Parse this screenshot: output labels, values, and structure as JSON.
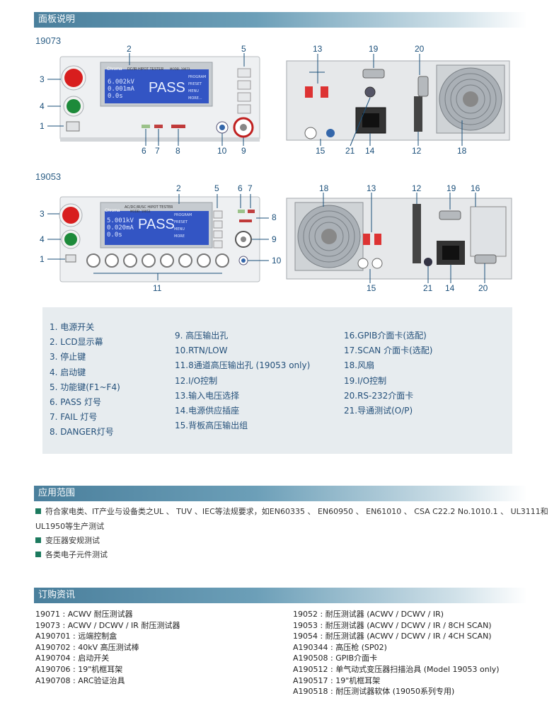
{
  "sections": {
    "panel": "面板说明",
    "applications": "应用范围",
    "ordering": "订购资讯"
  },
  "models": {
    "top": "19073",
    "bottom": "19053"
  },
  "device_19073": {
    "brand": "Chroma",
    "screen_title": "DC/IR HIPOT TESTER",
    "screen_model": "MODEL 19073",
    "screen_readings": [
      "6.002kV",
      "0.001mA",
      "0.0s"
    ],
    "pass_text": "PASS",
    "screen_softkeys": [
      "PROGRAM",
      "PRESET",
      "MENU",
      "MORE..."
    ],
    "callouts": [
      "2",
      "5",
      "3",
      "4",
      "1",
      "6",
      "7",
      "8",
      "10",
      "9"
    ],
    "rear_callouts": [
      "13",
      "19",
      "20",
      "15",
      "21",
      "14",
      "12",
      "18"
    ]
  },
  "device_19053": {
    "brand": "Chroma",
    "screen_title": "AC/DC/IR/SC HIPOT TESTER",
    "screen_model": "MODEL 19053",
    "screen_readings": [
      "5.001kV",
      "0.020mA",
      "0.0s"
    ],
    "pass_text": "PASS",
    "screen_softkeys": [
      "PROGRAM",
      "PRESET",
      "MENU",
      "MORE"
    ],
    "callouts": [
      "2",
      "5",
      "6",
      "7",
      "8",
      "3",
      "4",
      "9",
      "1",
      "10",
      "11"
    ],
    "rear_callouts": [
      "18",
      "13",
      "12",
      "19",
      "16",
      "15",
      "21",
      "14",
      "20"
    ]
  },
  "legend": {
    "col1": [
      "1.  电源开关",
      "2.  LCD显示幕",
      "3.  停止键",
      "4.  启动键",
      "5.  功能键(F1~F4)",
      "6.  PASS 灯号",
      "7.  FAIL 灯号",
      "8.  DANGER灯号"
    ],
    "col2": [
      "9.  高压输出孔",
      "10.RTN/LOW",
      "11.8通道高压输出孔 (19053 only)",
      "12.I/O控制",
      "13.输入电压选择",
      "14.电源供应插座",
      "15.背板高压输出组"
    ],
    "col3": [
      "16.GPIB介面卡(选配)",
      "17.SCAN 介面卡(选配)",
      "18.风扇",
      "19.I/O控制",
      "20.RS-232介面卡",
      "21.导通测试(O/P)"
    ]
  },
  "applications": [
    "符合家电类、IT产业与设备类之UL 、 TUV 、IEC等法规要求，如EN60335 、 EN60950 、 EN61010 、 CSA C22.2 No.1010.1 、 UL3111和",
    "UL1950等生产测试",
    "变压器安规测试",
    "各类电子元件测试"
  ],
  "ordering": {
    "left": [
      "19071 : ACWV 耐压测试器",
      "19073 : ACWV / DCWV / IR 耐压测试器",
      "A190701 : 远端控制盒",
      "A190702 : 40kV 高压测试棒",
      "A190704 : 启动开关",
      "A190706 : 19\"机框耳架",
      "A190708 : ARC验证治具"
    ],
    "right": [
      "19052 : 耐压测试器 (ACWV / DCWV / IR)",
      "19053 : 耐压测试器 (ACWV / DCWV / IR / 8CH SCAN)",
      "19054 : 耐压测试器 (ACWV / DCWV / IR / 4CH SCAN)",
      "A190344 : 高压枪 (SP02)",
      "A190508 : GPIB介面卡",
      "A190512 : 单气动式变压器扫描治具 (Model 19053 only)",
      "A190517 : 19\"机框耳架",
      "A190518 : 耐压测试器软体 (19050系列专用)"
    ]
  }
}
